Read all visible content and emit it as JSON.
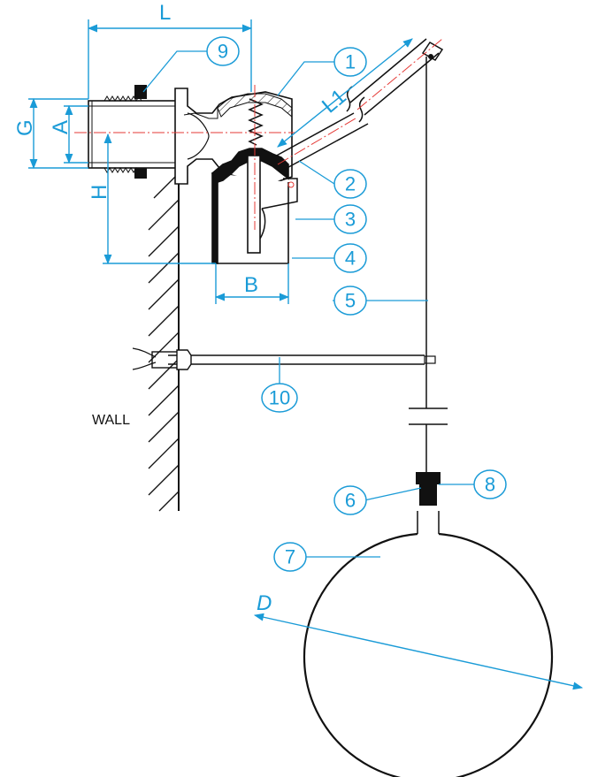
{
  "diagram": {
    "wall_label": "WALL",
    "dimensions": {
      "L": "L",
      "L1": "L1",
      "G": "G",
      "A": "A",
      "H": "H",
      "B": "B",
      "D": "D"
    },
    "balloons": [
      "1",
      "2",
      "3",
      "4",
      "5",
      "6",
      "7",
      "8",
      "9",
      "10"
    ],
    "colors": {
      "accent": "#1a9bd7",
      "axis": "#e53935",
      "line": "#111111"
    }
  }
}
